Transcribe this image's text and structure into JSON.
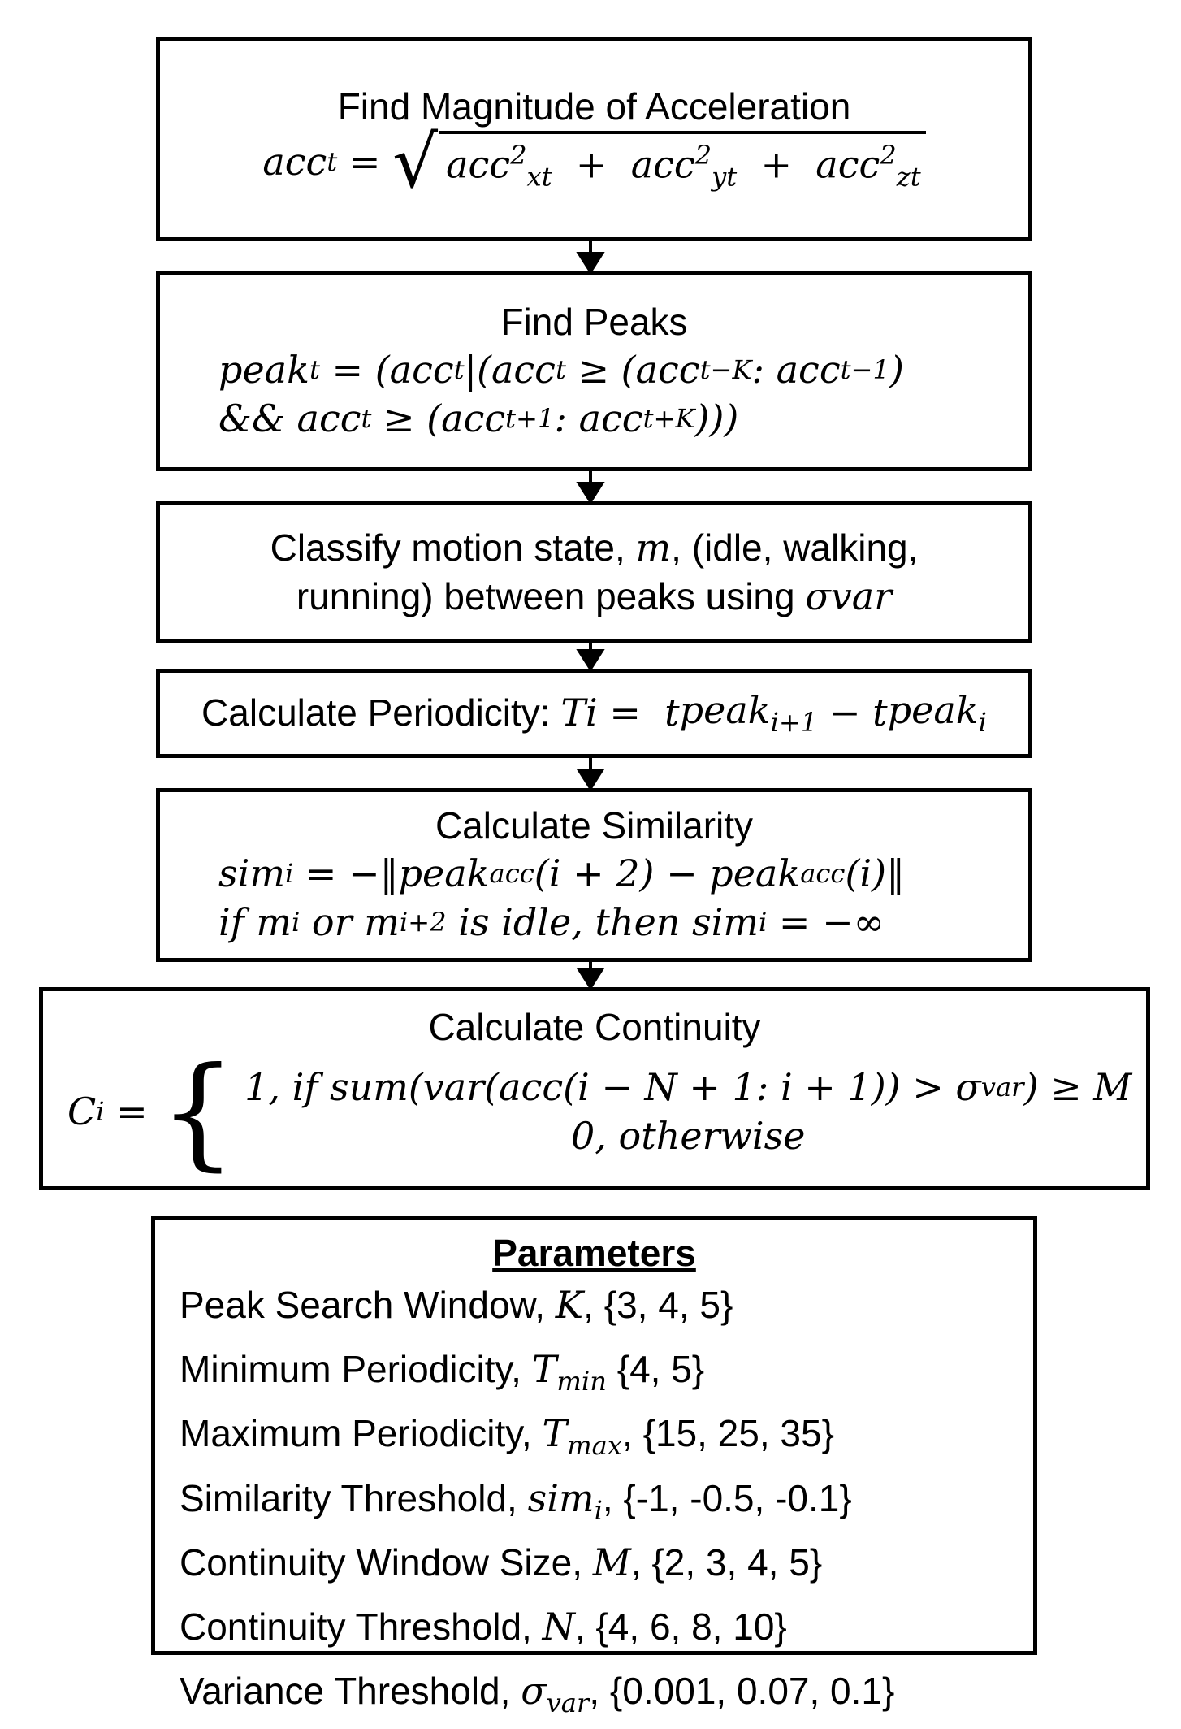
{
  "steps": [
    {
      "title": "Find Magnitude of Acceleration",
      "formula": {
        "lhs": "acc",
        "lhs_sub": "t",
        "equals": " = ",
        "terms": [
          {
            "base": "acc",
            "sub": "xt",
            "sup": "2"
          },
          {
            "base": "acc",
            "sub": "yt",
            "sup": "2"
          },
          {
            "base": "acc",
            "sub": "zt",
            "sup": "2"
          }
        ],
        "plus": " + "
      }
    },
    {
      "title": "Find Peaks",
      "line1": {
        "a": "peak",
        "a_sub": "t",
        "b": " = (acc",
        "b_sub": "t",
        "c": "|(acc",
        "c_sub": "t",
        "d": " ≥ (acc",
        "d_sub": "t−K",
        "e": ": acc",
        "e_sub": "t−1",
        "f": ")"
      },
      "line2": {
        "a": "&& acc",
        "a_sub": "t",
        "b": " ≥ (acc",
        "b_sub": "t+1",
        "c": ": acc",
        "c_sub": "t+K",
        "d": ")))"
      }
    },
    {
      "title_line1_a": "Classify motion state, ",
      "title_line1_var": "m",
      "title_line1_b": ", (idle, walking,",
      "title_line2_a": "running) between peaks using ",
      "title_line2_var": "σ",
      "title_line2_sub": "var"
    },
    {
      "label": "Calculate Periodicity: ",
      "T": "T",
      "T_sub": "i",
      "eq": " =  t",
      "peak1_sub": "peak",
      "peak1_subsub": "i+1",
      "minus": " − t",
      "peak2_sub": "peak",
      "peak2_subsub": "i"
    },
    {
      "title": "Calculate Similarity",
      "line1": {
        "a": "sim",
        "a_sub": "i",
        "b": " = −‖peak",
        "b_sub": "acc",
        "c": "(i + 2) − peak",
        "c_sub": "acc",
        "d": "(i)‖"
      },
      "line2": {
        "a": "if m",
        "a_sub": "i",
        "b": " or m",
        "b_sub": "i+2",
        "c": " is idle, then sim",
        "c_sub": "i",
        "d": " = −∞"
      }
    },
    {
      "title": "Calculate Continuity",
      "lhs": "C",
      "lhs_sub": "i",
      "equals": " =",
      "case1_a": "1, if sum(var(acc(i − N + 1: i + 1)) > σ",
      "case1_sub": "var",
      "case1_b": ") ≥ M",
      "case2": "0, otherwise"
    }
  ],
  "parameters": {
    "title": "Parameters",
    "items": [
      {
        "label": "Peak Search Window, ",
        "sym": "K",
        "sub": "",
        "values": ", {3, 4, 5}"
      },
      {
        "label": "Minimum Periodicity, ",
        "sym": "T",
        "sub": "min",
        "values": " {4, 5}"
      },
      {
        "label": "Maximum Periodicity, ",
        "sym": "T",
        "sub": "max",
        "values": ", {15, 25, 35}"
      },
      {
        "label": "Similarity Threshold, ",
        "sym": "sim",
        "sub": "i",
        "values": ", {-1, -0.5, -0.1}"
      },
      {
        "label": "Continuity Window Size, ",
        "sym": "M",
        "sub": "",
        "values": ", {2, 3, 4, 5}"
      },
      {
        "label": "Continuity Threshold, ",
        "sym": "N",
        "sub": "",
        "values": ", {4, 6, 8, 10}"
      },
      {
        "label": "Variance Threshold, ",
        "sym": "σ",
        "sub": "var",
        "values": ", {0.001, 0.07, 0.1}"
      }
    ]
  }
}
